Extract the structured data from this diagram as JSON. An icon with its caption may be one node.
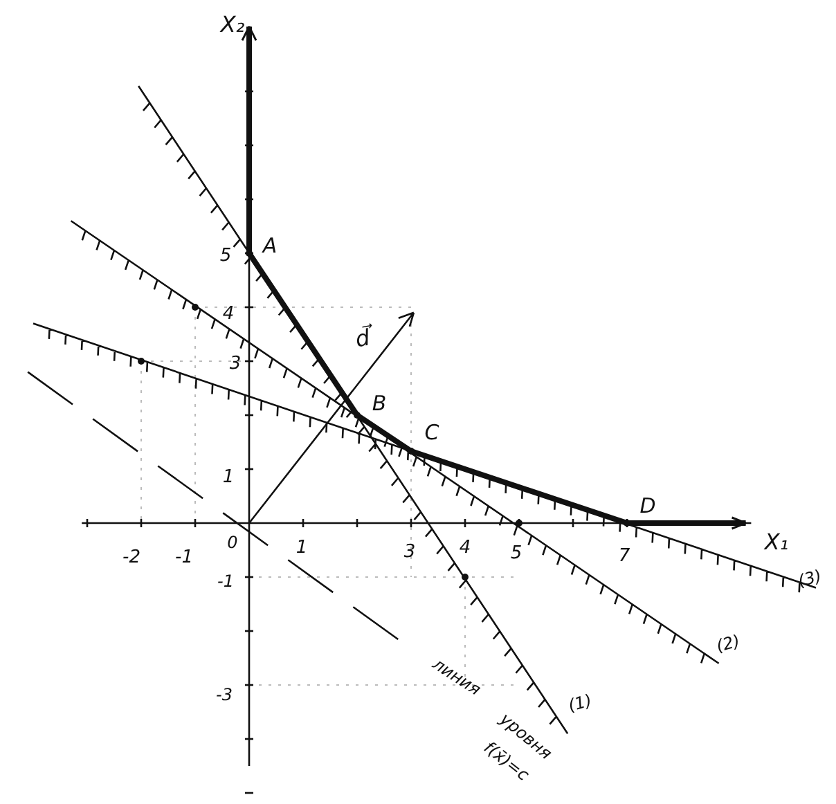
{
  "diagram": {
    "labels": [
      "X₂",
      "5",
      "A",
      "4",
      "d⃗",
      "3",
      "B",
      "C",
      "1",
      "D",
      "X₁",
      "-2",
      "-1",
      "0",
      "1",
      "3",
      "4",
      "5",
      "7",
      "-1",
      "(3)",
      "(2)",
      "-3",
      "(1)",
      "линия",
      "уровня",
      "f(x̄)=c"
    ]
  }
}
